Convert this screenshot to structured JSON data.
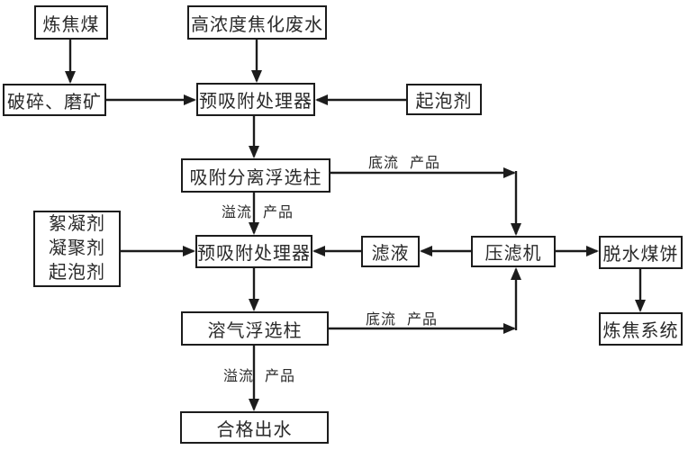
{
  "colors": {
    "line": "#1c1c1c",
    "text": "#2a2a2a",
    "background": "#ffffff"
  },
  "diagram": {
    "nodes": {
      "coking_coal": {
        "label": "炼焦煤"
      },
      "wastewater": {
        "label": "高浓度焦化废水"
      },
      "crushing": {
        "label": "破碎、磨矿"
      },
      "preadsorber1": {
        "label": "预吸附处理器"
      },
      "foaming_agent": {
        "label": "起泡剂"
      },
      "adsorption_column": {
        "label": "吸附分离浮选柱"
      },
      "reagents": {
        "line1": "絮凝剂",
        "line2": "凝聚剂",
        "line3": "起泡剂"
      },
      "preadsorber2": {
        "label": "预吸附处理器"
      },
      "filtrate": {
        "label": "滤液"
      },
      "filter_press": {
        "label": "压滤机"
      },
      "dewatered_cake": {
        "label": "脱水煤饼"
      },
      "daf_column": {
        "label": "溶气浮选柱"
      },
      "coking_system": {
        "label": "炼焦系统"
      },
      "qualified_effluent": {
        "label": "合格出水"
      }
    },
    "edge_labels": {
      "underflow1": "底流 产品",
      "overflow1": "溢流 产品",
      "underflow2": "底流 产品",
      "overflow2": "溢流 产品"
    }
  }
}
